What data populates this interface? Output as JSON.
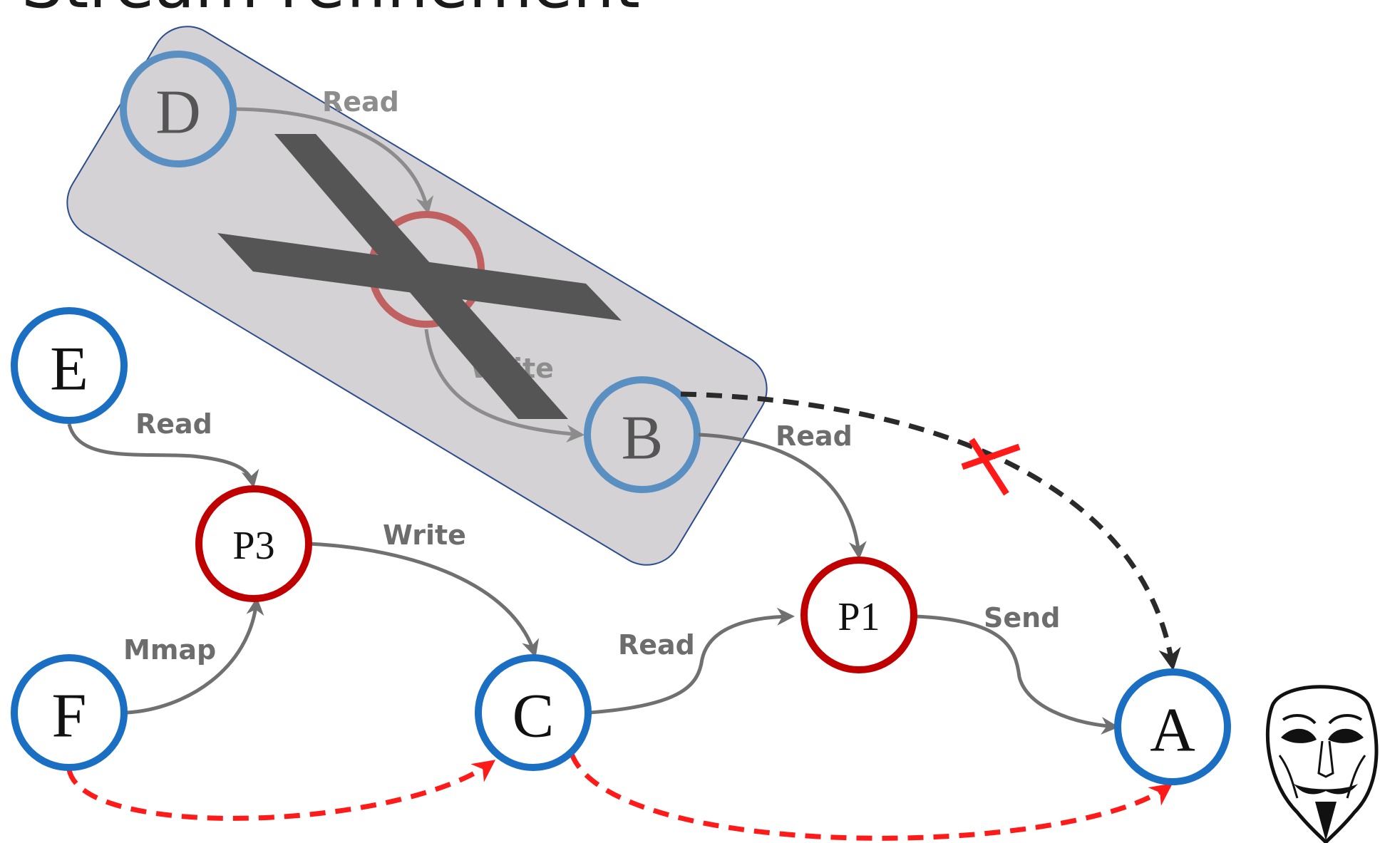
{
  "title": "Stream refinement",
  "nodes": {
    "D": {
      "label": "D",
      "kind": "file"
    },
    "P2": {
      "label": "",
      "kind": "process"
    },
    "B": {
      "label": "B",
      "kind": "file"
    },
    "E": {
      "label": "E",
      "kind": "file"
    },
    "F": {
      "label": "F",
      "kind": "file"
    },
    "P3": {
      "label": "P3",
      "kind": "process"
    },
    "C": {
      "label": "C",
      "kind": "file"
    },
    "P1": {
      "label": "P1",
      "kind": "process"
    },
    "A": {
      "label": "A",
      "kind": "file"
    }
  },
  "edges": {
    "d_p2": {
      "label": "Read"
    },
    "p2_b": {
      "label": "Write"
    },
    "e_p3": {
      "label": "Read"
    },
    "f_p3": {
      "label": "Mmap"
    },
    "p3_c": {
      "label": "Write"
    },
    "b_p1": {
      "label": "Read"
    },
    "c_p1": {
      "label": "Read"
    },
    "p1_a": {
      "label": "Send"
    }
  },
  "colors": {
    "file_node": "#1a6fc2",
    "process_node": "#c00000",
    "edge": "#707070",
    "dependency": "#ff1a1a",
    "removed_dependency": "#2a2a2a",
    "removed_region": "#d4d2d4",
    "cross_mark": "#555555"
  },
  "icons": {
    "attacker": "anonymous-mask-icon",
    "removed": "x-mark-icon",
    "blocked": "red-x-icon"
  }
}
